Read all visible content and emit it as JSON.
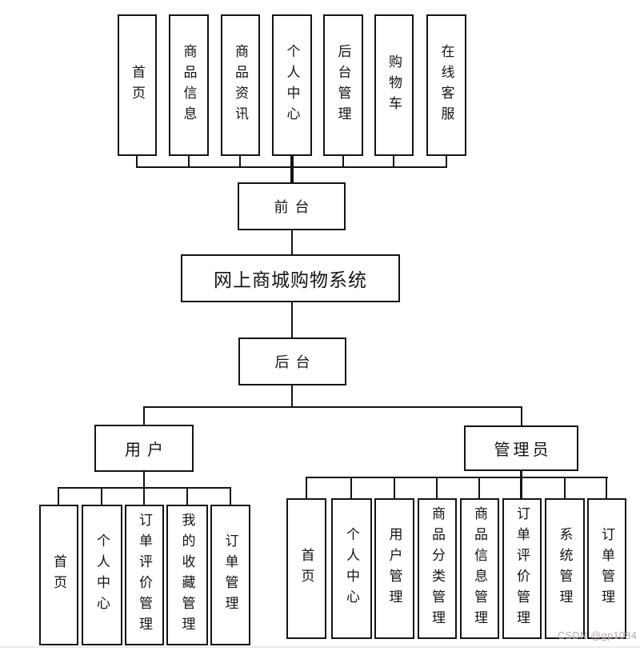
{
  "nodes": {
    "root": "网上商城购物系统",
    "front": "前台",
    "back": "后台",
    "user": "用户",
    "admin": "管理员"
  },
  "front_children": [
    "首页",
    "商品信息",
    "商品资讯",
    "个人中心",
    "后台管理",
    "购物车",
    "在线客服"
  ],
  "user_children": [
    "首页",
    "个人中心",
    "订单评价管理",
    "我的收藏管理",
    "订单管理"
  ],
  "admin_children": [
    "首页",
    "个人中心",
    "用户管理",
    "商品分类管理",
    "商品信息管理",
    "订单评价管理",
    "系统管理",
    "订单管理"
  ],
  "watermark": "CSDN @gp1084",
  "colors": {
    "line": "#141414",
    "background": "#ffffff",
    "watermark": "#b5aaa7",
    "bottom_rule": "#e7eaf1"
  }
}
